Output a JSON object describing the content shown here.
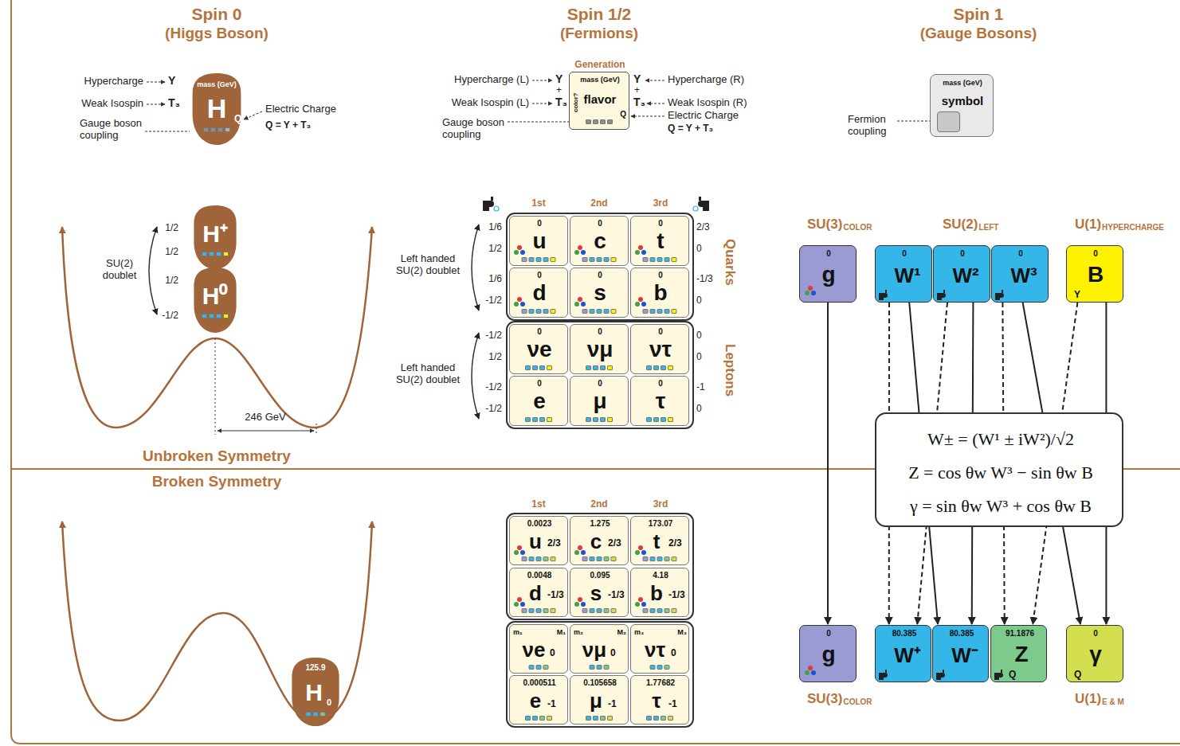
{
  "diagram": {
    "nodes": [
      {
        "text": [
          "mass (GeV)",
          "H",
          "Q"
        ]
      },
      {
        "text": [
          "Generation",
          "mass (GeV)",
          "color?",
          "flavor",
          "Q"
        ]
      },
      {
        "text": [
          "mass (GeV)",
          "symbol"
        ]
      },
      {
        "text": [
          "H⁺"
        ]
      },
      {
        "text": [
          "H⁰"
        ]
      },
      {
        "text": [
          "0",
          "u"
        ]
      },
      {
        "text": [
          "0",
          "c"
        ]
      },
      {
        "text": [
          "0",
          "t"
        ]
      },
      {
        "text": [
          "0",
          "d"
        ]
      },
      {
        "text": [
          "0",
          "s"
        ]
      },
      {
        "text": [
          "0",
          "b"
        ]
      },
      {
        "text": [
          "0",
          "νe"
        ]
      },
      {
        "text": [
          "0",
          "νμ"
        ]
      },
      {
        "text": [
          "0",
          "ντ"
        ]
      },
      {
        "text": [
          "0",
          "e"
        ]
      },
      {
        "text": [
          "0",
          "μ"
        ]
      },
      {
        "text": [
          "0",
          "τ"
        ]
      },
      {
        "text": [
          "0",
          "g"
        ]
      },
      {
        "text": [
          "0",
          "W¹"
        ]
      },
      {
        "text": [
          "0",
          "W²"
        ]
      },
      {
        "text": [
          "0",
          "W³"
        ]
      },
      {
        "text": [
          "0",
          "B",
          "Y"
        ]
      },
      {
        "text": [
          "W± = (W¹ ± iW²)/√2",
          "Z = cos θw W³ − sin θw B",
          "γ = sin θw W³ + cos θw B"
        ]
      },
      {
        "text": [
          "125.9",
          "H",
          "0"
        ]
      },
      {
        "text": [
          "0.0023",
          "u",
          "2/3"
        ]
      },
      {
        "text": [
          "1.275",
          "c",
          "2/3"
        ]
      },
      {
        "text": [
          "173.07",
          "t",
          "2/3"
        ]
      },
      {
        "text": [
          "0.0048",
          "d",
          "-1/3"
        ]
      },
      {
        "text": [
          "0.095",
          "s",
          "-1/3"
        ]
      },
      {
        "text": [
          "4.18",
          "b",
          "-1/3"
        ]
      },
      {
        "text": [
          "m₁",
          "M₁",
          "νe",
          "0"
        ]
      },
      {
        "text": [
          "m₂",
          "M₂",
          "νμ",
          "0"
        ]
      },
      {
        "text": [
          "m₃",
          "M₃",
          "ντ",
          "0"
        ]
      },
      {
        "text": [
          "0.000511",
          "e",
          "-1"
        ]
      },
      {
        "text": [
          "0.105658",
          "μ",
          "-1"
        ]
      },
      {
        "text": [
          "1.77682",
          "τ",
          "-1"
        ]
      },
      {
        "text": [
          "0",
          "g"
        ]
      },
      {
        "text": [
          "80.385",
          "W⁺"
        ]
      },
      {
        "text": [
          "80.385",
          "W⁻"
        ]
      },
      {
        "text": [
          "91.1876",
          "Z",
          "Q"
        ]
      },
      {
        "text": [
          "0",
          "γ",
          "Q"
        ]
      }
    ],
    "edges": [
      {
        "from": 17,
        "to": 36,
        "arrow": "to"
      },
      {
        "from": 18,
        "to": 37,
        "arrow": "to"
      },
      {
        "from": 18,
        "to": 38,
        "arrow": "to"
      },
      {
        "from": 19,
        "to": 37,
        "arrow": "to"
      },
      {
        "from": 19,
        "to": 38,
        "arrow": "to"
      },
      {
        "from": 20,
        "to": 39,
        "arrow": "to"
      },
      {
        "from": 20,
        "to": 40,
        "arrow": "to"
      },
      {
        "from": 21,
        "to": 39,
        "arrow": "to"
      },
      {
        "from": 21,
        "to": 40,
        "arrow": "to"
      }
    ],
    "labels": [
      "Spin 0",
      "(Higgs Boson)",
      "Spin 1/2",
      "(Fermions)",
      "Spin 1",
      "(Gauge Bosons)",
      "Hypercharge",
      "Y",
      "Weak Isospin",
      "T₃",
      "Gauge boson coupling",
      "Electric Charge",
      "Q = Y + T₃",
      "Hypercharge (L)",
      "Y",
      "+",
      "T₃",
      "Weak Isospin (L)",
      "Gauge boson coupling",
      "Y",
      "+",
      "T₃",
      "Hypercharge (R)",
      "Weak Isospin (R)",
      "Electric Charge",
      "Q = Y + T₃",
      "Fermion coupling",
      "1/2",
      "1/2",
      "1/2",
      "-1/2",
      "SU(2) doublet",
      "246 GeV",
      "1st",
      "2nd",
      "3rd",
      "1/6",
      "1/2",
      "1/6",
      "-1/2",
      "-1/2",
      "1/2",
      "-1/2",
      "-1/2",
      "2/3",
      "0",
      "-1/3",
      "0",
      "0",
      "0",
      "-1",
      "0",
      "Left handed SU(2) doublet",
      "Left handed SU(2) doublet",
      "Quarks",
      "Leptons",
      "SU(3)",
      "COLOR",
      "SU(2)",
      "LEFT",
      "U(1)",
      "HYPERCHARGE",
      "Unbroken Symmetry",
      "Broken Symmetry",
      "1st",
      "2nd",
      "3rd",
      "SU(3)",
      "COLOR",
      "U(1)",
      "E & M"
    ]
  }
}
